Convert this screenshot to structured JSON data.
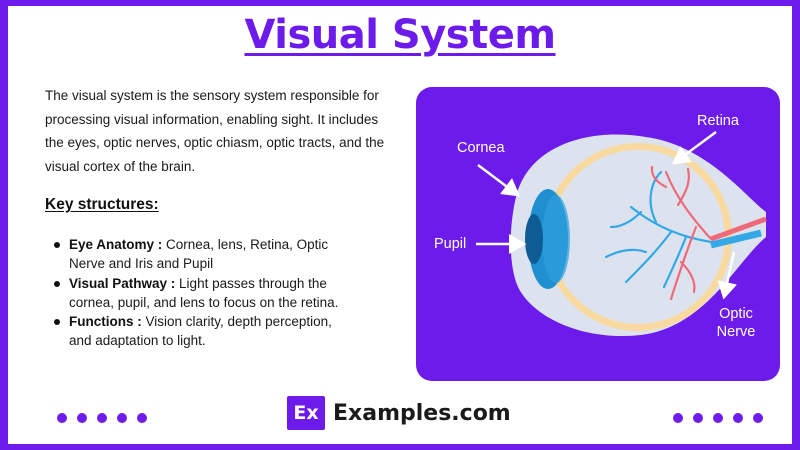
{
  "title": "Visual System",
  "intro": "The visual system is the sensory system responsible for processing visual information, enabling sight. It includes the eyes, optic nerves, optic chiasm, optic tracts, and the visual cortex of the brain.",
  "key_heading": "Key structures:",
  "bullets": [
    {
      "term": "Eye Anatomy :",
      "text": " Cornea, lens, Retina, Optic Nerve and Iris and Pupil"
    },
    {
      "term": "Visual Pathway :",
      "text": " Light passes through the cornea, pupil, and lens to focus on the retina."
    },
    {
      "term": "Functions :",
      "text": " Vision clarity, depth perception, and adaptation to light."
    }
  ],
  "diagram": {
    "labels": {
      "retina": "Retina",
      "cornea": "Cornea",
      "pupil": "Pupil",
      "optic_nerve_line1": "Optic",
      "optic_nerve_line2": "Nerve"
    }
  },
  "footer": {
    "logo_mark": "Ex",
    "logo_text": "Examples.com"
  },
  "colors": {
    "accent": "#6c1bea",
    "iris": "#1f8fd0",
    "sclera": "#dde3ee",
    "choroid": "#f8d9a0",
    "vessel_blue": "#34a8e6",
    "vessel_red": "#ee6a7a"
  }
}
